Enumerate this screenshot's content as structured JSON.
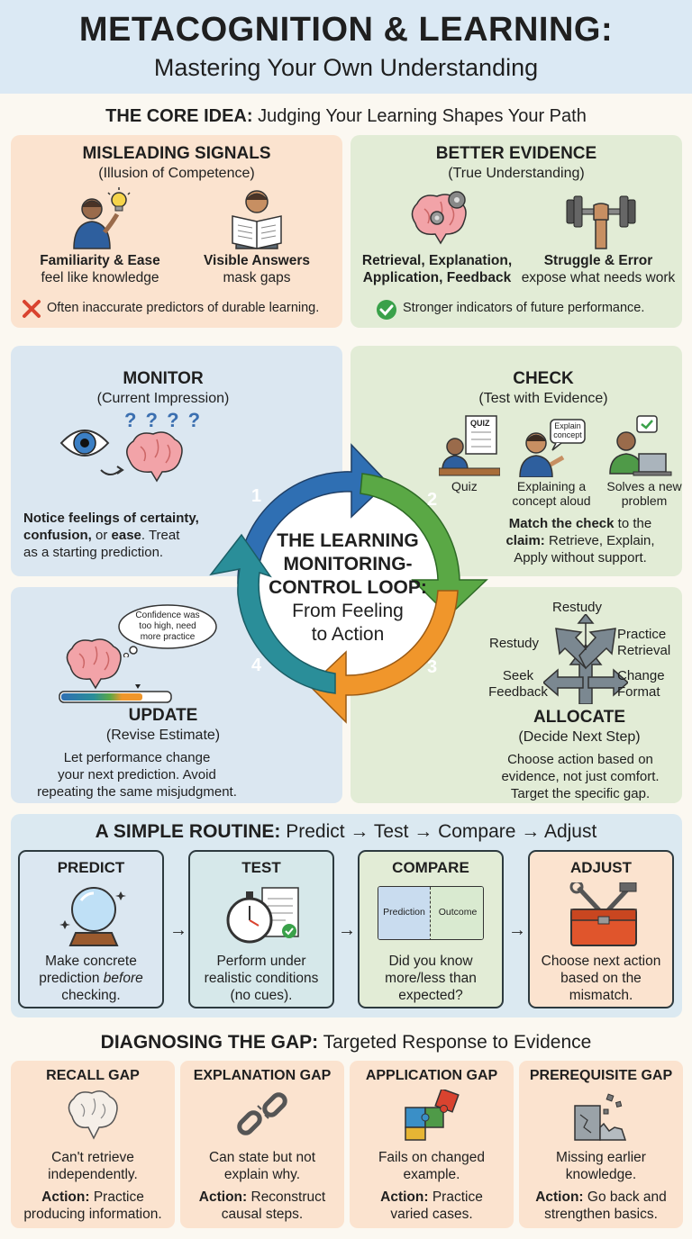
{
  "header": {
    "title": "METACOGNITION & LEARNING:",
    "subtitle": "Mastering Your Own Understanding"
  },
  "core": {
    "heading_bold": "THE CORE IDEA:",
    "heading_rest": " Judging Your Learning Shapes Your Path",
    "misleading": {
      "title": "MISLEADING SIGNALS",
      "subtitle": "(Illusion of Competence)",
      "item1_bold": "Familiarity & Ease",
      "item1_text": "feel like knowledge",
      "item2_bold": "Visible Answers",
      "item2_text": "mask gaps",
      "note": "Often inaccurate predictors of durable learning."
    },
    "better": {
      "title": "BETTER EVIDENCE",
      "subtitle": "(True Understanding)",
      "item1_line1": "Retrieval, Explanation,",
      "item1_line2": "Application, Feedback",
      "item2_bold": "Struggle & Error",
      "item2_text": "expose what needs work",
      "note": "Stronger indicators of future performance."
    }
  },
  "loop": {
    "center_l1": "THE LEARNING",
    "center_l2": "MONITORING-",
    "center_l3": "CONTROL LOOP:",
    "center_l4": "From Feeling",
    "center_l5": "to Action",
    "n1": "1",
    "n2": "2",
    "n3": "3",
    "n4": "4",
    "monitor": {
      "title": "MONITOR",
      "subtitle": "(Current Impression)",
      "qmarks": "? ? ? ?",
      "d1_a": "Notice feelings of ",
      "d1_b": "certainty,",
      "d2_a": "confusion,",
      "d2_b": " or ",
      "d2_c": "ease",
      "d2_d": ". Treat",
      "d3": "as a starting prediction."
    },
    "check": {
      "title": "CHECK",
      "subtitle": "(Test with Evidence)",
      "quiz_sign": "QUIZ",
      "bubble_l1": "Explain",
      "bubble_l2": "concept",
      "cap1": "Quiz",
      "cap2_l1": "Explaining a",
      "cap2_l2": "concept aloud",
      "cap3_l1": "Solves a new",
      "cap3_l2": "problem",
      "d1_a": "Match the check",
      "d1_b": " to the",
      "d2_a": "claim:",
      "d2_b": " Retrieve, Explain,",
      "d3": "Apply without support."
    },
    "update": {
      "bubble_l1": "Confidence was",
      "bubble_l2": "too high, need",
      "bubble_l3": "more practice",
      "title": "UPDATE",
      "subtitle": "(Revise Estimate)",
      "d1": "Let performance change",
      "d2": "your next prediction. Avoid",
      "d3": "repeating the same misjudgment."
    },
    "allocate": {
      "opt_top": "Restudy",
      "opt_left": "Restudy",
      "opt_right_l1": "Practice",
      "opt_right_l2": "Retrieval",
      "opt_bl_l1": "Seek",
      "opt_bl_l2": "Feedback",
      "opt_br_l1": "Change",
      "opt_br_l2": "Format",
      "title": "ALLOCATE",
      "subtitle": "(Decide Next Step)",
      "d1": "Choose action based on",
      "d2": "evidence, not just comfort.",
      "d3": "Target the specific gap."
    }
  },
  "routine": {
    "heading_bold": "A SIMPLE ROUTINE:",
    "heading_rest": " Predict → Test → Compare → Adjust",
    "arrow": "→",
    "predict": {
      "title": "PREDICT",
      "d1": "Make concrete",
      "d2_a": "prediction ",
      "d2_b": "before",
      "d3": "checking."
    },
    "test": {
      "title": "TEST",
      "d1": "Perform under",
      "d2": "realistic conditions",
      "d3": "(no cues)."
    },
    "compare": {
      "title": "COMPARE",
      "left": "Prediction",
      "right": "Outcome",
      "d1": "Did you know",
      "d2": "more/less than",
      "d3": "expected?"
    },
    "adjust": {
      "title": "ADJUST",
      "d1": "Choose next action",
      "d2": "based on the",
      "d3": "mismatch."
    }
  },
  "gaps": {
    "heading_bold": "DIAGNOSING THE GAP:",
    "heading_rest": " Targeted Response to Evidence",
    "action_label": "Action:",
    "recall": {
      "title": "RECALL GAP",
      "d1": "Can't retrieve",
      "d2": "independently.",
      "a1": " Practice",
      "a2": "producing information."
    },
    "explanation": {
      "title": "EXPLANATION GAP",
      "d1": "Can state but not",
      "d2": "explain why.",
      "a1": " Reconstruct",
      "a2": "causal steps."
    },
    "application": {
      "title": "APPLICATION GAP",
      "d1": "Fails on changed",
      "d2": "example.",
      "a1": " Practice",
      "a2": "varied cases."
    },
    "prerequisite": {
      "title": "PREREQUISITE GAP",
      "d1": "Missing earlier",
      "d2": "knowledge.",
      "a1": " Go back and",
      "a2": "strengthen basics."
    }
  },
  "colors": {
    "header_bg": "#dbe9f4",
    "orange_panel": "#fbe3cf",
    "green_panel": "#e2ecd6",
    "blue_panel": "#dbe7f1",
    "arrow_blue": "#2f6fb3",
    "arrow_green": "#5aa845",
    "arrow_orange": "#f0962b",
    "arrow_teal": "#2a8e99"
  }
}
